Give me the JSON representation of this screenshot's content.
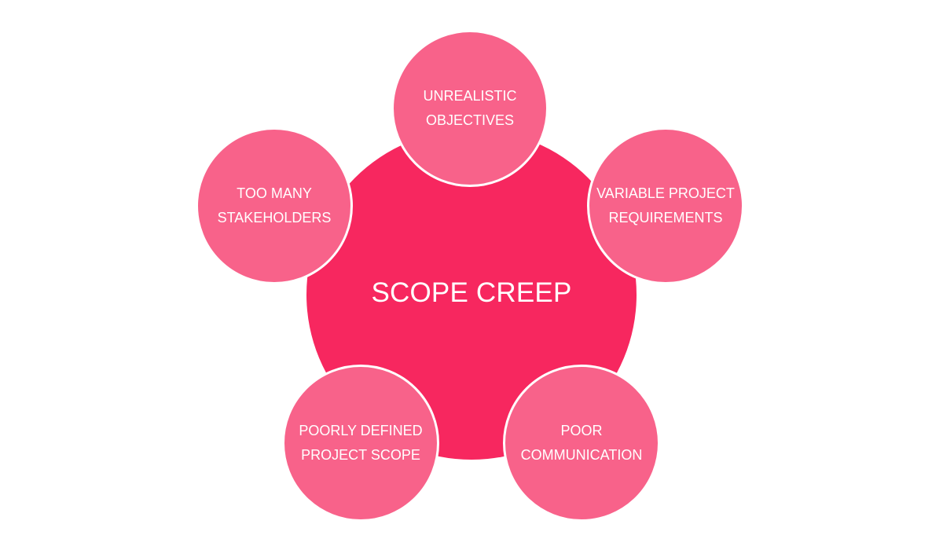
{
  "diagram": {
    "center": {
      "label": "SCOPE CREEP"
    },
    "nodes": {
      "top": "UNREALISTIC\nOBJECTIVES",
      "right": "VARIABLE PROJECT\nREQUIREMENTS",
      "left": "TOO MANY\nSTAKEHOLDERS",
      "bottom_left": "POORLY DEFINED\nPROJECT SCOPE",
      "bottom_right": "POOR\nCOMMUNICATION"
    },
    "colors": {
      "center_fill": "#f7275f",
      "node_fill": "#f8628a",
      "node_border": "#ffffff",
      "text": "#ffffff"
    }
  }
}
